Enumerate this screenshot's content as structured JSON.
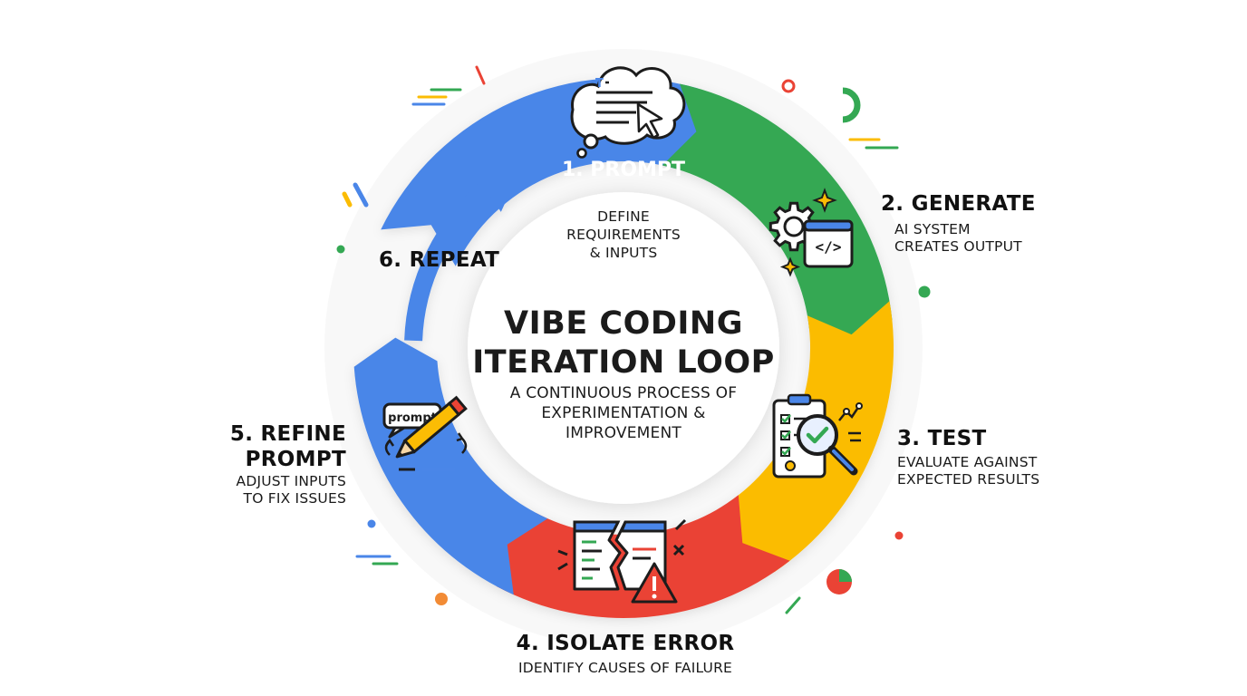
{
  "title_lines": [
    "VIBE CODING",
    "ITERATION LOOP"
  ],
  "subtitle_lines": [
    "A CONTINUOUS PROCESS OF",
    "EXPERIMENTATION &",
    "IMPROVEMENT"
  ],
  "steps": [
    {
      "title": "1. PROMPT",
      "desc_lines": [
        "DEFINE",
        "REQUIREMENTS",
        "& INPUTS"
      ],
      "color": "#4a86e8",
      "icon": "thought-bubble-cursor-icon"
    },
    {
      "title": "2. GENERATE",
      "desc_lines": [
        "AI SYSTEM",
        "CREATES OUTPUT"
      ],
      "color": "#34a853",
      "icon": "gear-code-window-icon"
    },
    {
      "title": "3. TEST",
      "desc_lines": [
        "EVALUATE AGAINST",
        "EXPECTED RESULTS"
      ],
      "color": "#fbbc04",
      "icon": "checklist-magnifier-icon"
    },
    {
      "title": "4. ISOLATE ERROR",
      "desc_lines": [
        "IDENTIFY CAUSES OF FAILURE"
      ],
      "color": "#ea4335",
      "icon": "broken-code-warning-icon"
    },
    {
      "title": "5. REFINE",
      "title_line2": "PROMPT",
      "desc_lines": [
        "ADJUST INPUTS",
        "TO FIX ISSUES"
      ],
      "color": "#4a86e8",
      "icon": "pencil-prompt-icon"
    },
    {
      "title": "6. REPEAT",
      "desc_lines": [],
      "color": "#4a86e8",
      "icon": "arrow-loop-icon"
    }
  ],
  "icon_texts": {
    "bubble_letter": "T",
    "prompt_tag": "prompt",
    "code_symbol": "</>"
  }
}
